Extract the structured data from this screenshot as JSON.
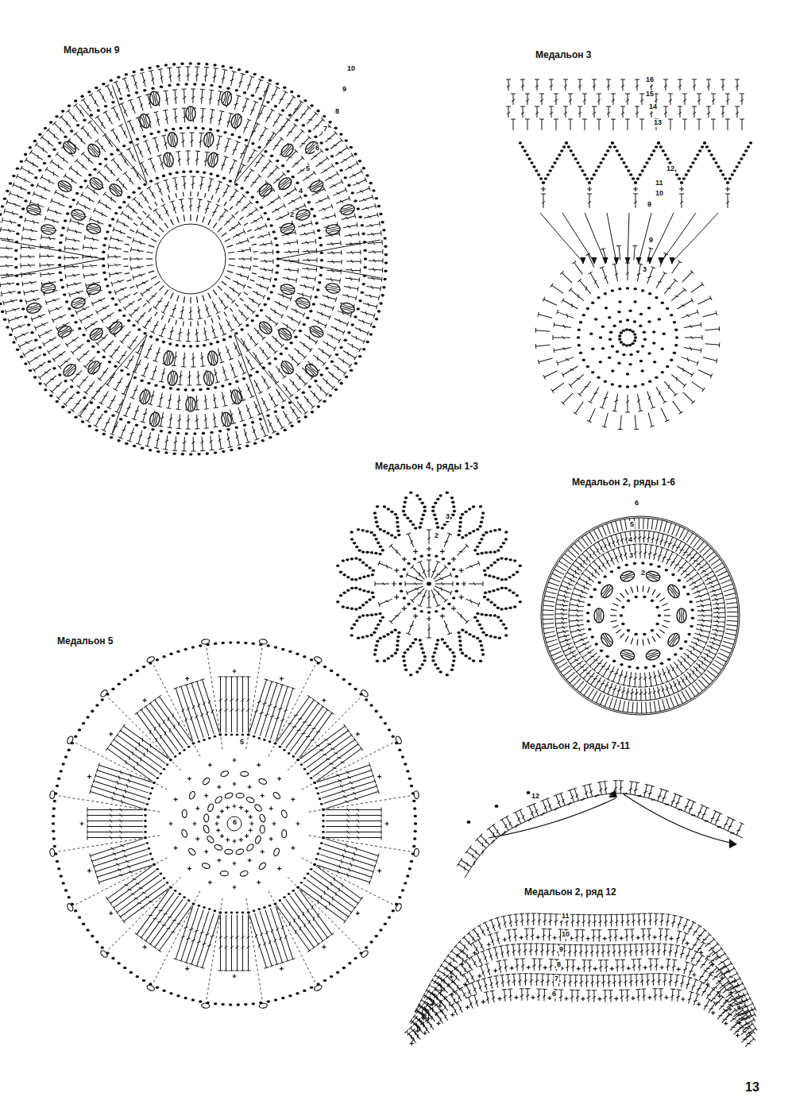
{
  "diagram": {
    "labels": [
      "Медальон 9",
      "Медальон 3",
      "Медальон 4, ряды 1-3",
      "Медальон 2, ряды 1-6",
      "Медальон 5",
      "Медальон 2, ряды 7-11",
      "Медальон 2, ряд 12",
      "13",
      "10",
      "9",
      "8",
      "7",
      "6",
      "5",
      "4",
      "2",
      "16",
      "15",
      "14",
      "13",
      "12",
      "11",
      "10",
      "9",
      "9",
      "3",
      "3",
      "2",
      "6",
      "5",
      "4",
      "3",
      "2",
      "5",
      "6",
      "12",
      "11",
      "10",
      "9",
      "8",
      "7",
      "6"
    ]
  }
}
